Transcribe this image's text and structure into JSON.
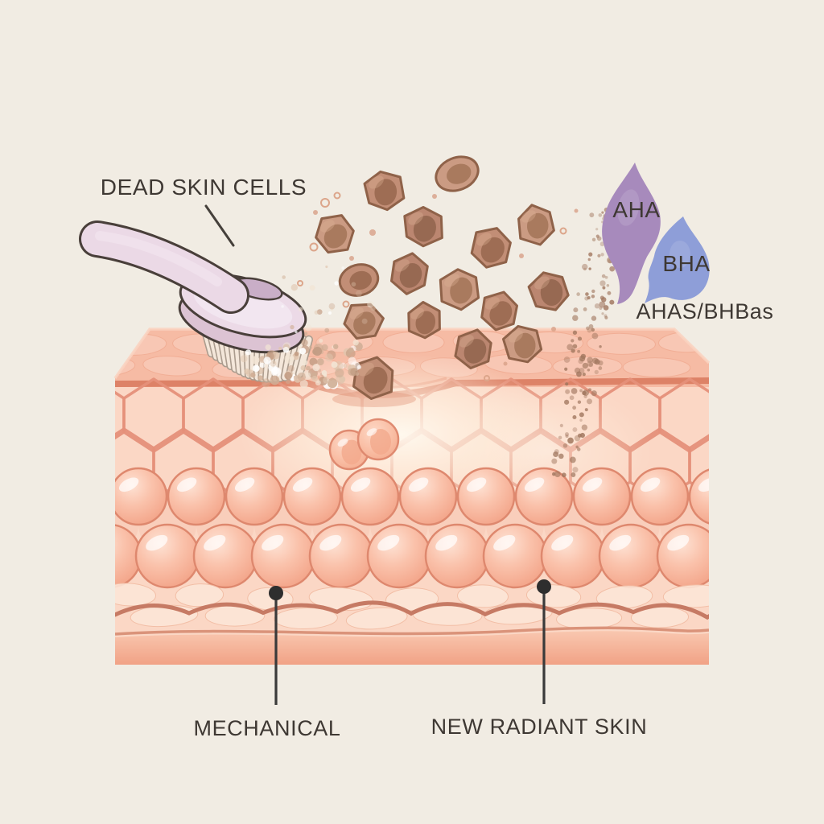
{
  "background_color": "#f1ece3",
  "labels": {
    "dead_skin_cells": "DEAD SKIN CELLS",
    "aha": "AHA",
    "bha": "BHA",
    "ahas_bhbas": "AHAS/BHBas",
    "mechanical": "MECHANICAL",
    "new_radiant_skin": "NEW RADIANT SKIN"
  },
  "colors": {
    "aha_drop": "#a78abc",
    "bha_drop": "#8e9ed8",
    "label_text": "#3e3833",
    "pointer": "#3a3a3a",
    "skin_surface_band": "#f6bba4",
    "skin_layer_bg": "#fbd7c5",
    "skin_cell_outline": "#de886e",
    "dead_cell": "#c28e76",
    "brush_handle": "#ebd9e6",
    "bristles": "#f4e7da"
  }
}
